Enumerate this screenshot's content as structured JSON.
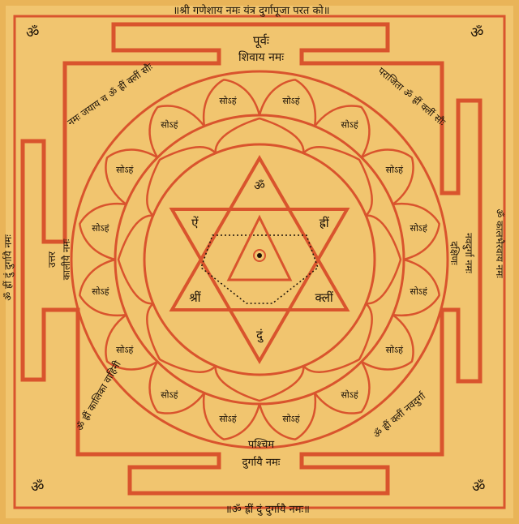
{
  "colors": {
    "paper": "#f1c56f",
    "paper_edge": "#e9b458",
    "ink_red": "#d9542d",
    "ink_black": "#1c1208"
  },
  "inscriptions": {
    "top_header": "॥श्री गणेशाय नमः यंत्र दुर्गापूजा परत को॥",
    "east_label": "पूर्वः",
    "east_deity": "शिवाय नमः",
    "north_label": "उत्तर",
    "north_deity": "कालीयै नमः",
    "south_label": "दक्षिणः",
    "south_deity": "नवदुर्गा नमः",
    "west_label": "पश्चिम",
    "west_deity": "दुर्गायै नमः",
    "bottom_header": "॥ॐ ह्रीं दुं दुर्गायै नमः॥",
    "left_side_text": "ॐ ह्रीं दुं दुर्गायै नमः",
    "right_side_text": "ॐ कालभैरवाय नमः",
    "upper_left_block": "नमः जयाय च ॐ ह्रीं क्लीं सौः",
    "upper_right_block": "पराजिता ॐ ह्रीं क्लीं सौः",
    "lower_left_block": "ॐ ह्रीं कालिका वाहिनी",
    "lower_right_block": "ॐ ह्रीं क्लीं नवदुर्गा",
    "corner_om": "ॐ",
    "petal_syllable": "सोऽहं",
    "star_syllables": [
      "ॐ",
      "ह्रीं",
      "क्लीं",
      "दुं",
      "श्रीं",
      "ऐं"
    ]
  }
}
